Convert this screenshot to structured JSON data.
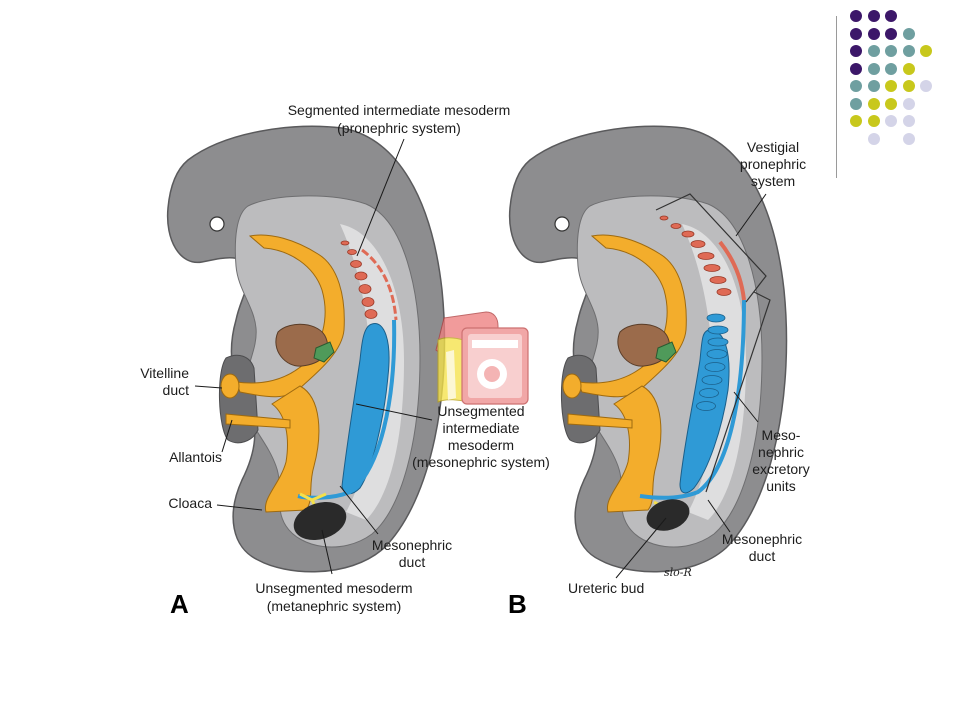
{
  "figure": {
    "panel_a": {
      "letter": "A",
      "labels": {
        "segmented_1": "Segmented intermediate mesoderm",
        "segmented_2": "(pronephric system)",
        "vitelline_1": "Vitelline",
        "vitelline_2": "duct",
        "allantois": "Allantois",
        "cloaca": "Cloaca",
        "unseg_int_1": "Unsegmented",
        "unseg_int_2": "intermediate",
        "unseg_int_3": "mesoderm",
        "unseg_int_4": "(mesonephric system)",
        "meso_duct_1": "Mesonephric",
        "meso_duct_2": "duct",
        "unseg_meso_1": "Unsegmented mesoderm",
        "unseg_meso_2": "(metanephric system)"
      }
    },
    "panel_b": {
      "letter": "B",
      "labels": {
        "vestigial_1": "Vestigial",
        "vestigial_2": "pronephric",
        "vestigial_3": "system",
        "excretory_1": "Meso-",
        "excretory_2": "nephric",
        "excretory_3": "excretory",
        "excretory_4": "units",
        "meso_duct_1": "Mesonephric",
        "meso_duct_2": "duct",
        "ureteric": "Ureteric bud",
        "signature": "slo-R"
      }
    }
  },
  "colors": {
    "body_dark": "#8d8d8f",
    "body_mid": "#bcbcbe",
    "body_light": "#dededf",
    "yellow": "#f3ad2c",
    "red": "#df6a55",
    "blue": "#2f9ad6",
    "brown": "#9b6b4b",
    "green": "#4f9a5a",
    "black": "#2a2a2a",
    "dot_purple": "#3c1769",
    "dot_teal": "#6f9fa0",
    "dot_yellow": "#c8c81c",
    "dot_lav": "#d4d4e8"
  }
}
